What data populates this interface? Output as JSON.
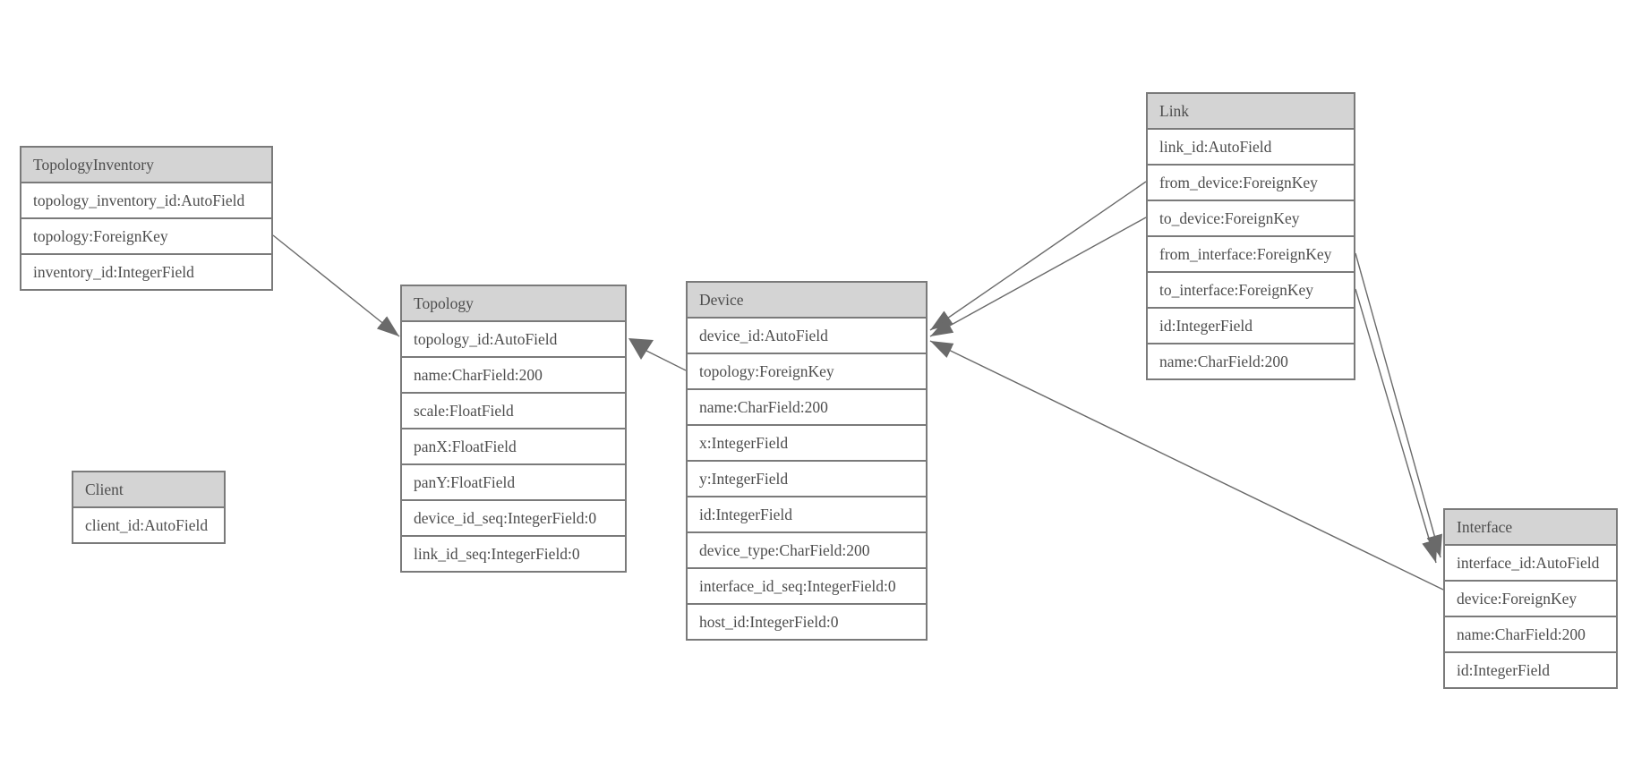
{
  "diagram": {
    "colors": {
      "header_fill": "#d4d4d4",
      "border": "#7a7a7a",
      "text": "#4d4d4d",
      "edge": "#6a6a6a",
      "background": "#ffffff"
    },
    "tables": [
      {
        "id": "topologyinventory",
        "title": "TopologyInventory",
        "fields": [
          "topology_inventory_id:AutoField",
          "topology:ForeignKey",
          "inventory_id:IntegerField"
        ]
      },
      {
        "id": "topology",
        "title": "Topology",
        "fields": [
          "topology_id:AutoField",
          "name:CharField:200",
          "scale:FloatField",
          "panX:FloatField",
          "panY:FloatField",
          "device_id_seq:IntegerField:0",
          "link_id_seq:IntegerField:0"
        ]
      },
      {
        "id": "client",
        "title": "Client",
        "fields": [
          "client_id:AutoField"
        ]
      },
      {
        "id": "device",
        "title": "Device",
        "fields": [
          "device_id:AutoField",
          "topology:ForeignKey",
          "name:CharField:200",
          "x:IntegerField",
          "y:IntegerField",
          "id:IntegerField",
          "device_type:CharField:200",
          "interface_id_seq:IntegerField:0",
          "host_id:IntegerField:0"
        ]
      },
      {
        "id": "link",
        "title": "Link",
        "fields": [
          "link_id:AutoField",
          "from_device:ForeignKey",
          "to_device:ForeignKey",
          "from_interface:ForeignKey",
          "to_interface:ForeignKey",
          "id:IntegerField",
          "name:CharField:200"
        ]
      },
      {
        "id": "interface",
        "title": "Interface",
        "fields": [
          "interface_id:AutoField",
          "device:ForeignKey",
          "name:CharField:200",
          "id:IntegerField"
        ]
      }
    ],
    "relationships": [
      {
        "from": "TopologyInventory.topology",
        "to": "Topology"
      },
      {
        "from": "Device.topology",
        "to": "Topology"
      },
      {
        "from": "Link.from_device",
        "to": "Device"
      },
      {
        "from": "Link.to_device",
        "to": "Device"
      },
      {
        "from": "Interface.device",
        "to": "Device"
      },
      {
        "from": "Link.from_interface",
        "to": "Interface"
      },
      {
        "from": "Link.to_interface",
        "to": "Interface"
      }
    ]
  }
}
